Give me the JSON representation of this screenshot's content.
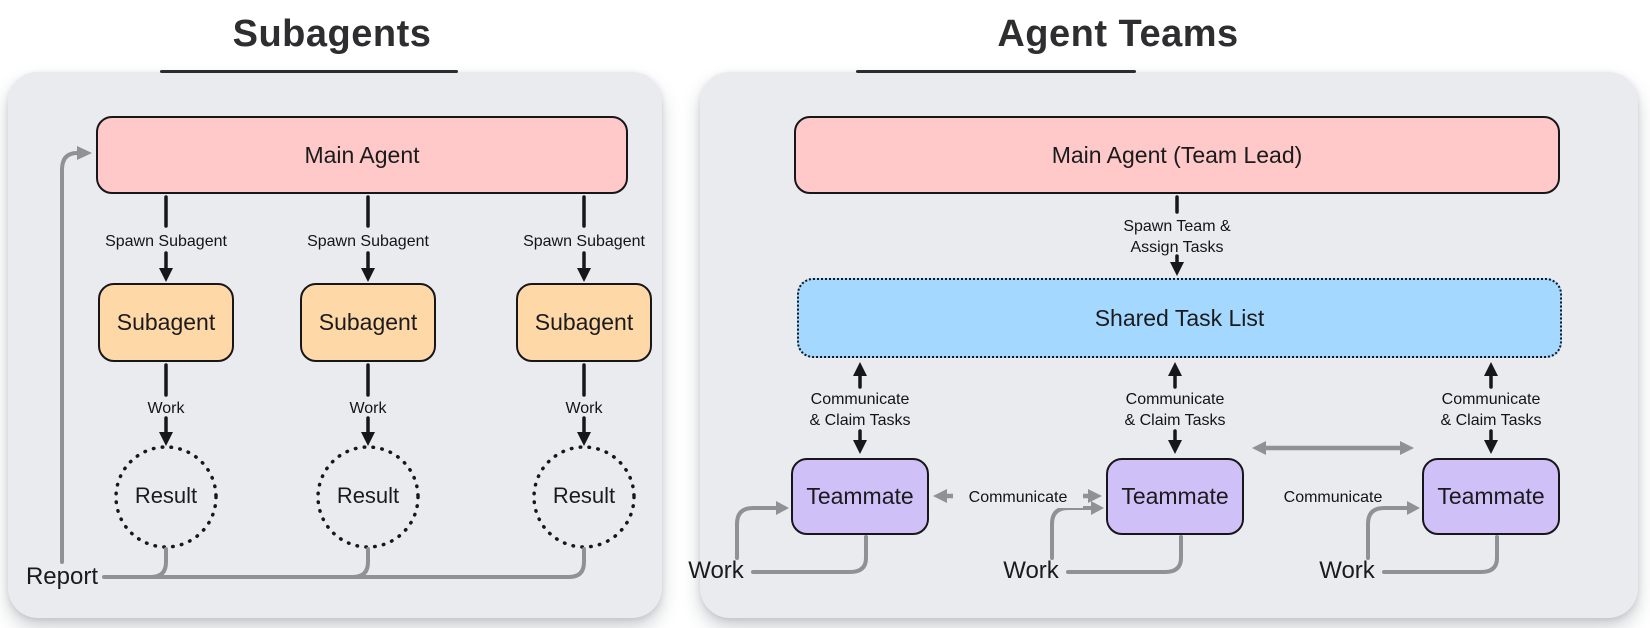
{
  "colors": {
    "panel_bg": "#e9ebee",
    "pink": "#ffc9c9",
    "orange": "#ffd8a8",
    "blue": "#a5d8ff",
    "purple": "#d0c0f8",
    "gray_line": "#8e9296",
    "ink": "#17171b"
  },
  "titles": {
    "left": "Subagents",
    "right": "Agent Teams"
  },
  "subagents_panel": {
    "main_agent": "Main Agent",
    "report": "Report",
    "columns": [
      {
        "spawn_label": "Spawn Subagent",
        "agent": "Subagent",
        "work_label": "Work",
        "result": "Result"
      },
      {
        "spawn_label": "Spawn Subagent",
        "agent": "Subagent",
        "work_label": "Work",
        "result": "Result"
      },
      {
        "spawn_label": "Spawn Subagent",
        "agent": "Subagent",
        "work_label": "Work",
        "result": "Result"
      }
    ]
  },
  "teams_panel": {
    "main_agent": "Main Agent (Team Lead)",
    "spawn_line1": "Spawn Team &",
    "spawn_line2": "Assign Tasks",
    "shared_task_list": "Shared Task List",
    "teammates": [
      {
        "claim_line1": "Communicate",
        "claim_line2": "& Claim Tasks",
        "name": "Teammate",
        "work_label": "Work"
      },
      {
        "claim_line1": "Communicate",
        "claim_line2": "& Claim Tasks",
        "name": "Teammate",
        "work_label": "Work"
      },
      {
        "claim_line1": "Communicate",
        "claim_line2": "& Claim Tasks",
        "name": "Teammate",
        "work_label": "Work"
      }
    ],
    "peer_communicate": [
      "Communicate",
      "Communicate"
    ]
  }
}
